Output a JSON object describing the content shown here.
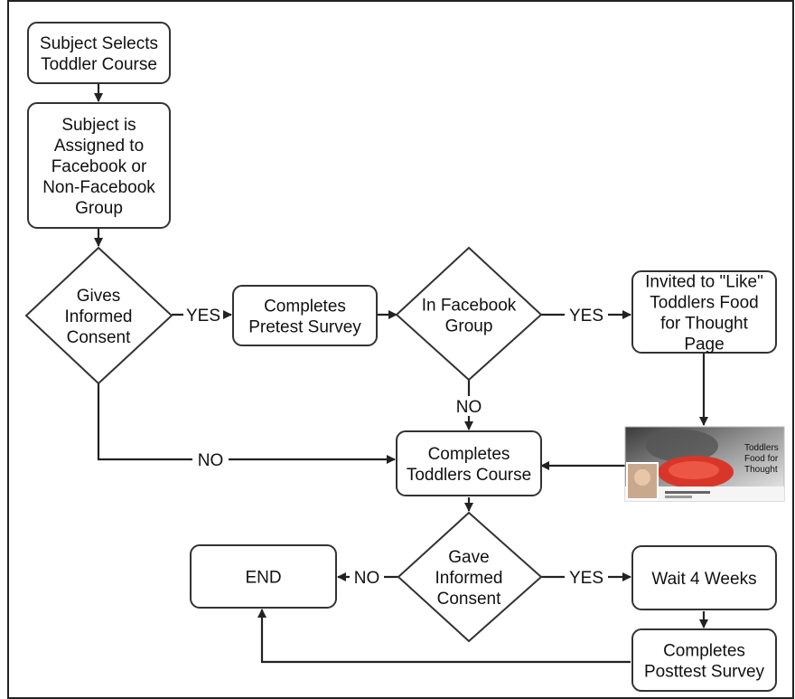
{
  "nodes": {
    "select_course": [
      "Subject Selects",
      "Toddler Course"
    ],
    "assigned": [
      "Subject is",
      "Assigned to",
      "Facebook or",
      "Non-Facebook",
      "Group"
    ],
    "consent1": [
      "Gives",
      "Informed",
      "Consent"
    ],
    "pretest": [
      "Completes",
      "Pretest Survey"
    ],
    "fb_group": [
      "In Facebook",
      "Group"
    ],
    "invited": [
      "Invited to \"Like\"",
      "Toddlers Food",
      "for Thought",
      "Page"
    ],
    "course": [
      "Completes",
      "Toddlers Course"
    ],
    "consent2": [
      "Gave",
      "Informed",
      "Consent"
    ],
    "end": [
      "END"
    ],
    "wait": [
      "Wait 4 Weeks"
    ],
    "posttest": [
      "Completes",
      "Posttest Survey"
    ]
  },
  "edge_labels": {
    "yes_pretest": "YES",
    "yes_invite": "YES",
    "no_fb": "NO",
    "no_consent1": "NO",
    "no_consent2": "NO",
    "yes_wait": "YES"
  },
  "facebook_page_image": {
    "lines": [
      "Toddlers",
      "Food for",
      "Thought"
    ]
  }
}
